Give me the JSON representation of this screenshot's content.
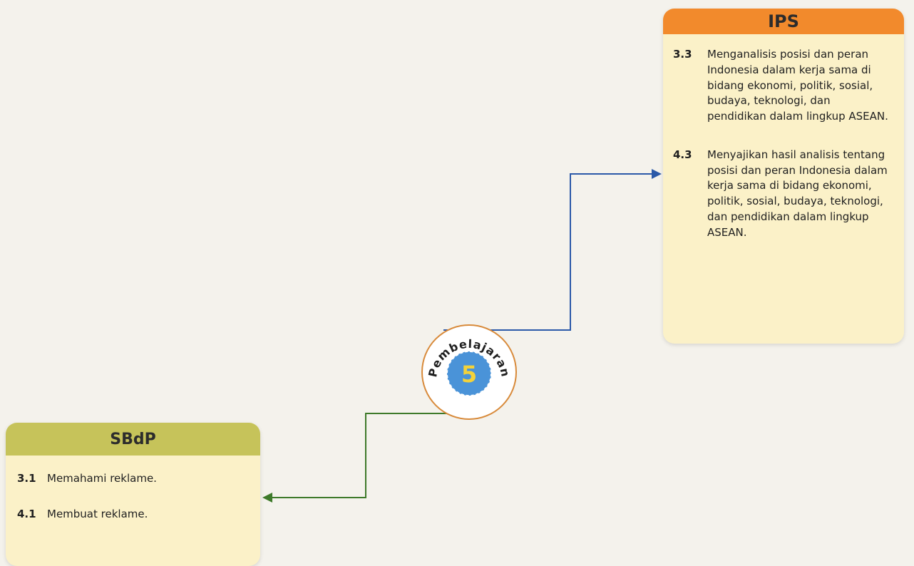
{
  "lesson": {
    "label": "Pembelajaran",
    "number": "5"
  },
  "ips": {
    "title": "IPS",
    "items": [
      {
        "code": "3.3",
        "text": "Menganalisis posisi dan peran Indonesia dalam kerja sama di bidang ekonomi, politik, sosial, budaya, teknologi, dan pendidikan dalam lingkup ASEAN."
      },
      {
        "code": "4.3",
        "text": "Menyajikan hasil analisis tentang posisi dan peran Indonesia dalam kerja sama di bidang ekonomi, politik, sosial, budaya, teknologi, dan pendidikan dalam lingkup ASEAN."
      }
    ]
  },
  "sbdp": {
    "title": "SBdP",
    "items": [
      {
        "code": "3.1",
        "text": "Memahami reklame."
      },
      {
        "code": "4.1",
        "text": "Membuat reklame."
      }
    ]
  },
  "colors": {
    "background": "#f4f2ec",
    "card_fill": "#fbf1c8",
    "ips_header": "#f28a2c",
    "sbdp_header": "#c6c35a",
    "badge_circle": "#4a93d8",
    "badge_number": "#f3d23a",
    "connector_blue": "#2b59a8",
    "connector_green": "#3e7a2a"
  }
}
